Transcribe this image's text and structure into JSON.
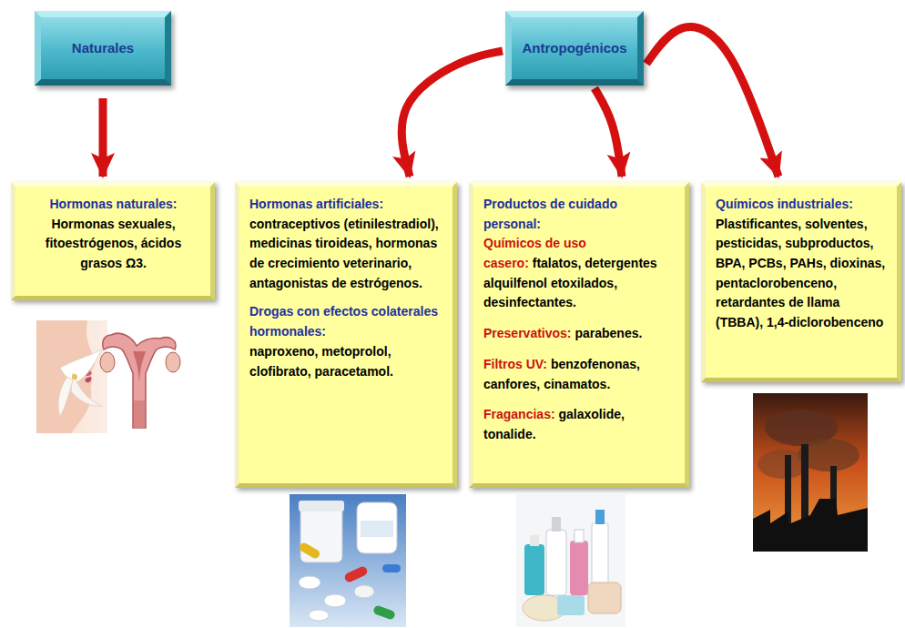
{
  "diagram": {
    "nodes": [
      {
        "text": [
          "Naturales"
        ]
      },
      {
        "text": [
          "Antropogénicos"
        ]
      },
      {
        "text": [
          "Hormonas naturales:",
          "Hormonas sexuales, fitoestrógenos, ácidos grasos Ω3."
        ]
      },
      {
        "text": [
          "Hormonas artificiales:",
          "contraceptivos (etinilestradiol), medicinas tiroideas, hormonas de crecimiento veterinario, antagonistas de estrógenos.",
          "Drogas con efectos colaterales hormonales:",
          "naproxeno, metoprolol, clofibrato, paracetamol."
        ]
      },
      {
        "text": [
          "Productos de cuidado personal:",
          "Químicos de uso casero:",
          "ftalatos, detergentes alquilfenol etoxilados, desinfectantes.",
          "Preservativos:",
          "parabenes.",
          "Filtros UV:",
          "benzofenonas, canfores, cinamatos.",
          "Fragancias:",
          "galaxolide, tonalide."
        ]
      },
      {
        "text": [
          "Químicos industriales:",
          "Plastificantes, solventes, pesticidas, subproductos, BPA, PCBs, PAHs, dioxinas, pentaclorobenceno, retardantes de llama (TBBA), 1,4-diclorobenceno"
        ]
      }
    ],
    "edges": [
      {
        "from": 0,
        "to": 2,
        "arrow": "to"
      },
      {
        "from": 1,
        "to": 3,
        "arrow": "to"
      },
      {
        "from": 1,
        "to": 4,
        "arrow": "to"
      },
      {
        "from": 1,
        "to": 5,
        "arrow": "to"
      }
    ]
  }
}
